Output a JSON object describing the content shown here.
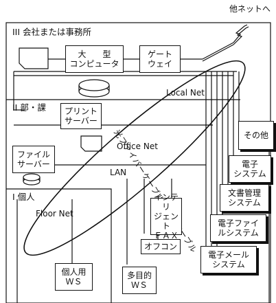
{
  "external_label": "他ネットへ",
  "regions": {
    "company": "III 会社または事務所",
    "department": "II 部・課",
    "individual": "I 個人"
  },
  "networks": {
    "local_net": "Local Net",
    "office_net": "Office Net",
    "lan": "LAN",
    "floor_net": "Floor Net",
    "fiber_cable": "光ファイバーケーブル・同軸ケーブル"
  },
  "boxes": {
    "mainframe": "大　　型\nコンピュータ",
    "gateway": "ゲート\nウェイ",
    "print_server": "プリント\nサーバー",
    "file_server": "ファイル\nサーバー",
    "personal_ws": "個人用\nＷＳ",
    "multi_ws": "多目的\nＷＳ",
    "intelligent_fax": "インテリ\nジェント\nＦＡＸ",
    "office_computer": "オフコン",
    "other": "その他",
    "electronic_system": "電子\nシステム",
    "document_system": "文書管理\nシステム",
    "e_file_system": "電子ファイ\nルシステム",
    "e_mail_system": "電子メール\nシステム"
  }
}
